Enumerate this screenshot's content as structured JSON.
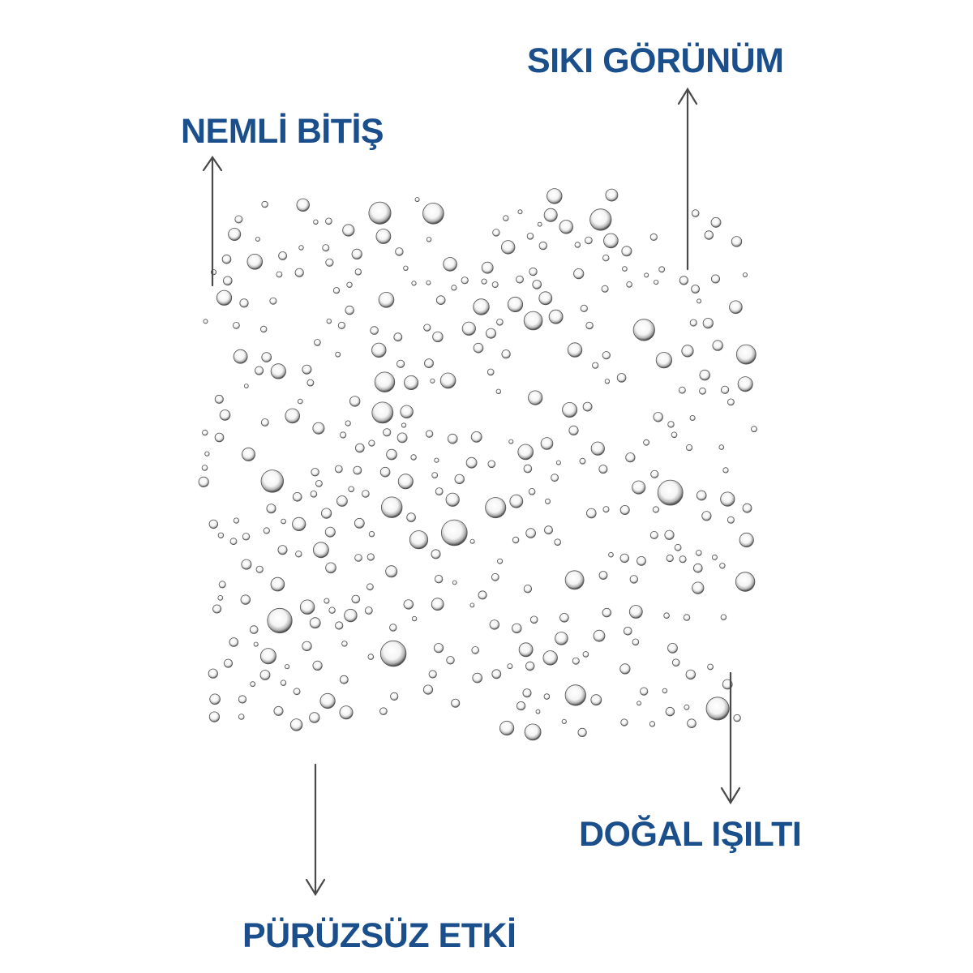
{
  "labels": {
    "top_right": "SIKI GÖRÜNÜM",
    "top_left": "NEMLİ BİTİŞ",
    "bottom_right": "DOĞAL IŞILTI",
    "bottom_left": "PÜRÜZSÜZ ETKİ"
  },
  "colors": {
    "label": "#1b4f8c",
    "arrow": "#4a4a4a"
  },
  "illustration": "water-droplets"
}
